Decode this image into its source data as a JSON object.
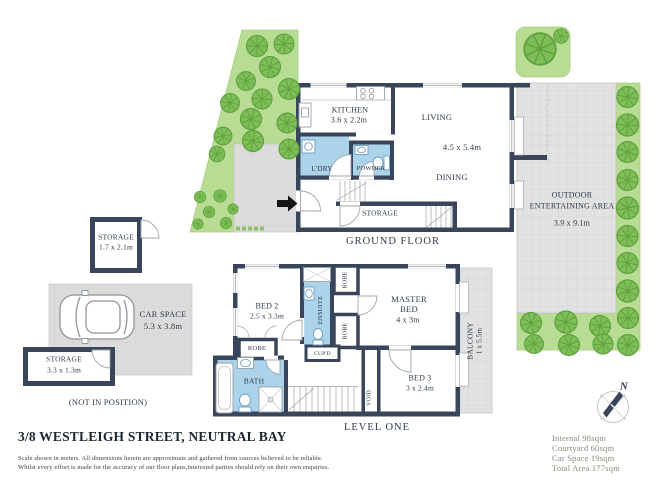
{
  "labels": {
    "ground_floor": "GROUND FLOOR",
    "level_one": "LEVEL ONE",
    "kitchen": "KITCHEN",
    "kitchen_dims": "3.6 x 2.2m",
    "living": "LIVING",
    "living_dims": "4.5 x 5.4m",
    "dining": "DINING",
    "laundry": "L'DRY",
    "powder": "POWDER",
    "storage_gf": "STORAGE",
    "outdoor_name": "OUTDOOR ENTERTAINING AREA",
    "outdoor_dims": "3.9 x 9.1m",
    "bed2": "BED 2",
    "bed2_dims": "2.5 x 3.3m",
    "ensuite": "ENSUITE",
    "robe_top": "ROBE",
    "robe_mid": "ROBE",
    "robe_left": "ROBE",
    "master_bed": "MASTER BED",
    "master_bed_dims": "4 x 3m",
    "cupd": "CUP'D",
    "bath": "BATH",
    "bed3": "BED 3",
    "bed3_dims": "3 x 2.4m",
    "void": "VOID",
    "balcony": "BALCONY",
    "balcony_dims": "1 x 5.5m",
    "storage1": "STORAGE",
    "storage1_dims": "1.7 x 2.1m",
    "car_space": "CAR SPACE",
    "car_space_dims": "5.3 x 3.8m",
    "storage2": "STORAGE",
    "storage2_dims": "3.3 x 1.3m",
    "not_in_position": "(NOT IN POSITION)"
  },
  "footer": {
    "title": "3/8 WESTLEIGH STREET, NEUTRAL BAY",
    "disclaimer_line1": "Scale shown in meters. All dimensions herein are approximate and gathered from sources believed to be reliable.",
    "disclaimer_line2": "Whilst every effort is made for the accuracy of our floor plans,interested parties should rely on their own enquiries."
  },
  "summary": {
    "internal": "Internal 98sqm",
    "courtyard": "Courtyard 60sqm",
    "car_space": "Car Space 19sqm",
    "total": "Total Area 177sqm"
  },
  "compass": {
    "north_label": "N"
  },
  "colors": {
    "wall": "#39455a",
    "wet_room": "#abd3e9",
    "fixture_stroke": "#6b9cc3",
    "garden": "#b9dc95",
    "tree": "#7ebd57",
    "tree_stroke": "#5fa23c",
    "paving": "#dedede",
    "text": "#2e3a4b",
    "summary_text": "#8f897b"
  }
}
